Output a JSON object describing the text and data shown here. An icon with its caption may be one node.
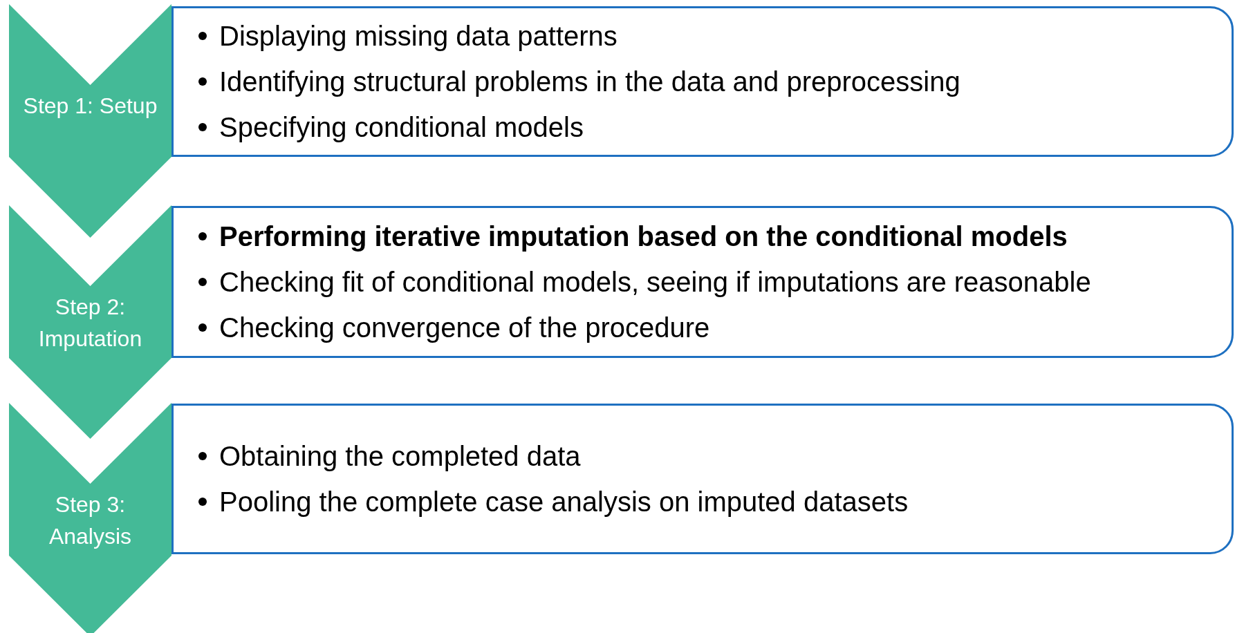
{
  "diagram": {
    "nodes": [
      {
        "text": [
          "Step 1: Setup"
        ]
      },
      {
        "text": [
          "Displaying missing data patterns",
          "Identifying structural problems in the data and preprocessing",
          "Specifying conditional models"
        ]
      },
      {
        "text": [
          "Step 2: Imputation"
        ]
      },
      {
        "text": [
          "**Performing iterative imputation based on the conditional models**",
          "Checking fit of conditional models, seeing if imputations are reasonable",
          "Checking convergence of the procedure"
        ]
      },
      {
        "text": [
          "Step 3: Analysis"
        ]
      },
      {
        "text": [
          "Obtaining the completed data",
          "Pooling the complete case analysis on imputed datasets"
        ]
      }
    ]
  }
}
